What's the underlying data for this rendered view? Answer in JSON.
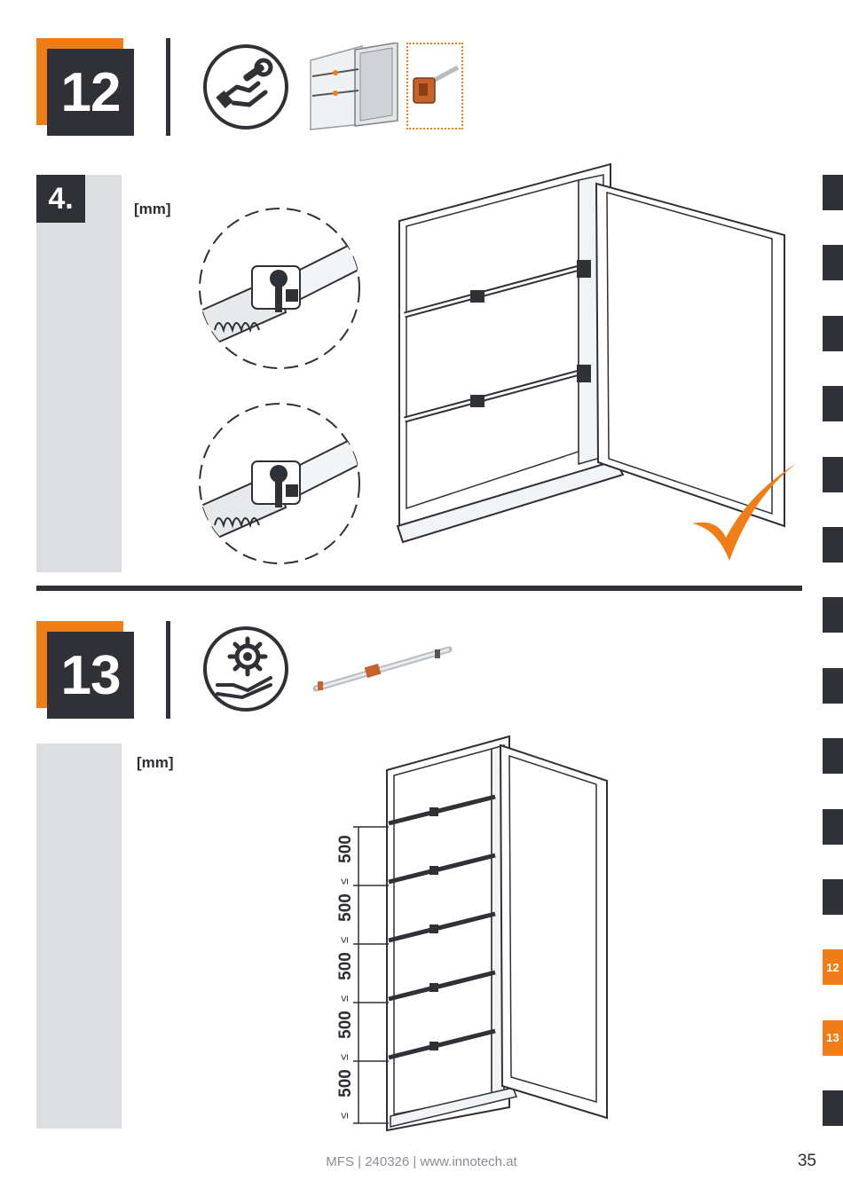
{
  "steps": [
    {
      "number": "12",
      "substep": "4.",
      "unit_label": "[mm]"
    },
    {
      "number": "13",
      "unit_label": "[mm]"
    }
  ],
  "icons": {
    "step12_tool": "hand-wrench-icon",
    "step13_tool": "hand-gear-icon",
    "check": "checkmark-icon"
  },
  "dimension": {
    "value": "500",
    "constraint": "≤",
    "count": 5
  },
  "tabs": [
    {
      "label": "",
      "active": false
    },
    {
      "label": "",
      "active": false
    },
    {
      "label": "",
      "active": false
    },
    {
      "label": "",
      "active": false
    },
    {
      "label": "",
      "active": false
    },
    {
      "label": "",
      "active": false
    },
    {
      "label": "",
      "active": false
    },
    {
      "label": "",
      "active": false
    },
    {
      "label": "",
      "active": false
    },
    {
      "label": "",
      "active": false
    },
    {
      "label": "",
      "active": false
    },
    {
      "label": "12",
      "active": true
    },
    {
      "label": "13",
      "active": true
    },
    {
      "label": "",
      "active": false
    }
  ],
  "footer": {
    "text": "MFS | 240326 | www.innotech.at",
    "page_number": "35"
  },
  "colors": {
    "accent": "#f07d16",
    "dark": "#2f3137",
    "panel_gray": "#dcdee2"
  }
}
